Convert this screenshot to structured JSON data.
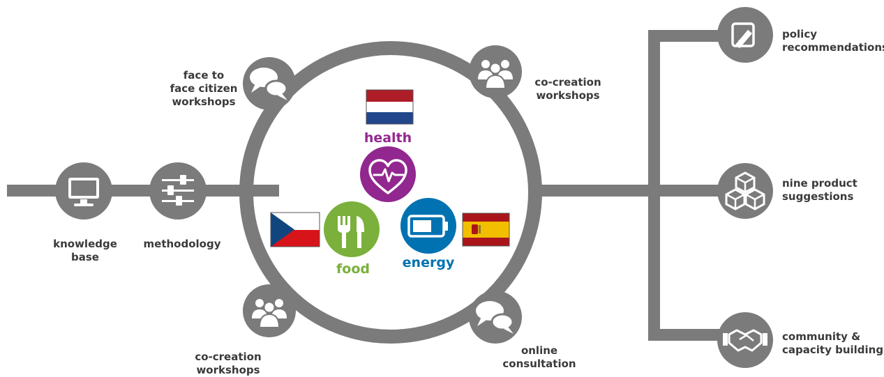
{
  "colors": {
    "line": "#7b7b7b",
    "icon": "#ffffff",
    "label": "#3a3a3a",
    "health": "#92278f",
    "food": "#7ab03b",
    "energy": "#0072b1"
  },
  "inputs": {
    "knowledge_base": "knowledge\nbase",
    "methodology": "methodology"
  },
  "circle_activities": {
    "face_to_face": "face to\nface citizen\nworkshops",
    "co_creation_top": "co-creation\nworkshops",
    "co_creation_bottom": "co-creation\nworkshops",
    "online_consultation": "online\nconsultation"
  },
  "themes": {
    "health": "health",
    "food": "food",
    "energy": "energy"
  },
  "flags": [
    "netherlands-flag",
    "czech-flag",
    "spain-flag"
  ],
  "outputs": {
    "policy": "policy\nrecommendations",
    "products": "nine product\nsuggestions",
    "community": "community &\ncapacity building"
  },
  "icons": {
    "knowledge_base": "monitor-icon",
    "methodology": "sliders-icon",
    "face_to_face": "speech-bubbles-icon",
    "co_creation_top": "people-group-icon",
    "co_creation_bottom": "people-group-icon",
    "online_consultation": "speech-bubbles-icon",
    "health": "heart-pulse-icon",
    "food": "fork-knife-icon",
    "energy": "battery-icon",
    "policy": "edit-pencil-icon",
    "products": "boxes-icon",
    "community": "handshake-icon"
  }
}
